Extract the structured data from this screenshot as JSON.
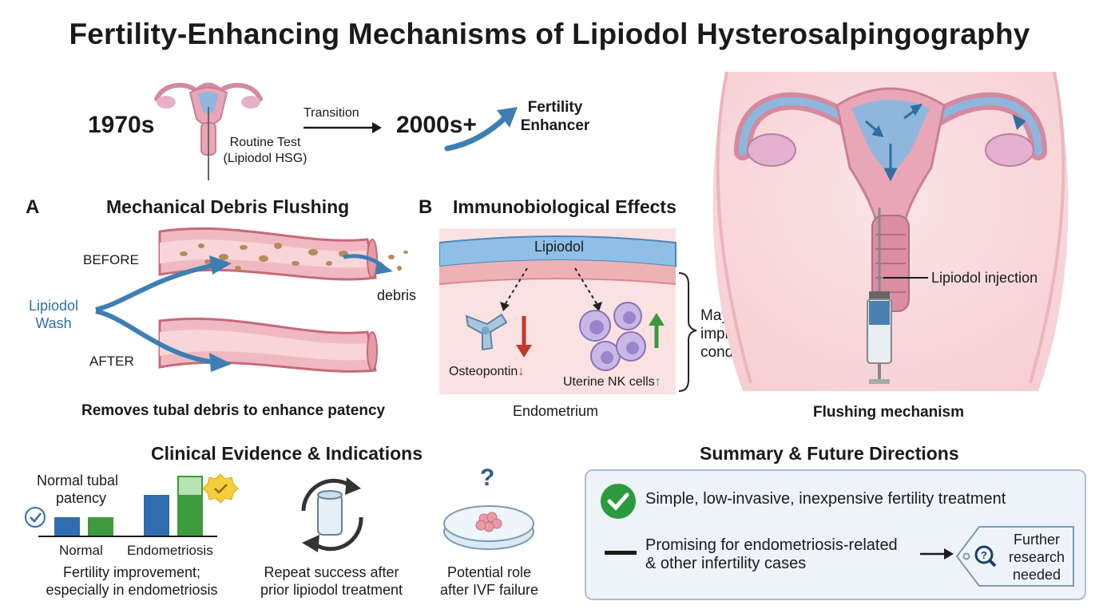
{
  "title": "Fertility-Enhancing Mechanisms of Lipiodol Hysterosalpingography",
  "timeline": {
    "start": "1970s",
    "start_note_line1": "Routine Test",
    "start_note_line2": "(Lipiodol HSG)",
    "transition": "Transition",
    "end": "2000s+",
    "end_note_line1": "Fertility",
    "end_note_line2": "Enhancer"
  },
  "panel_a": {
    "letter": "A",
    "heading": "Mechanical Debris Flushing",
    "before": "BEFORE",
    "after": "AFTER",
    "wash_line1": "Lipiodol",
    "wash_line2": "Wash",
    "debris": "debris",
    "caption": "Removes tubal debris to enhance patency"
  },
  "panel_b": {
    "letter": "B",
    "heading": "Immunobiological Effects",
    "lipiodol": "Lipiodol",
    "osteopontin": "Osteopontin",
    "nk_cells": "Uterine NK cells",
    "effect_line1": "May improve",
    "effect_line2": "implantation",
    "effect_line3": "conditions",
    "caption": "Endometrium"
  },
  "anatomy": {
    "injection_label": "Lipiodol injection",
    "caption": "Flushing mechanism"
  },
  "clinical": {
    "heading": "Clinical Evidence & Indications",
    "chart_label_line1": "Normal tubal",
    "chart_label_line2": "patency",
    "chart_cat1": "Normal",
    "chart_cat2": "Endometriosis",
    "chart_caption_line1": "Fertility improvement;",
    "chart_caption_line2": "especially in endometriosis",
    "repeat_line1": "Repeat success after",
    "repeat_line2": "prior lipiodol treatment",
    "ivf_line1": "Potential role",
    "ivf_line2": "after IVF failure",
    "question_mark": "?"
  },
  "summary": {
    "heading": "Summary & Future Directions",
    "point1": "Simple, low-invasive, inexpensive fertility treatment",
    "point2_line1": "Promising for endometriosis-related",
    "point2_line2": "& other infertility cases",
    "tag_line1": "Further",
    "tag_line2": "research",
    "tag_line3": "needed"
  },
  "colors": {
    "uterus_pink": "#e8a6b6",
    "fluid_blue": "#8fb7dd",
    "arrow_blue": "#2f6f9f",
    "bar_blue": "#2f6db0",
    "bar_green": "#3d9a3d",
    "down_red": "#c0392b",
    "up_green": "#3a9a3a"
  }
}
